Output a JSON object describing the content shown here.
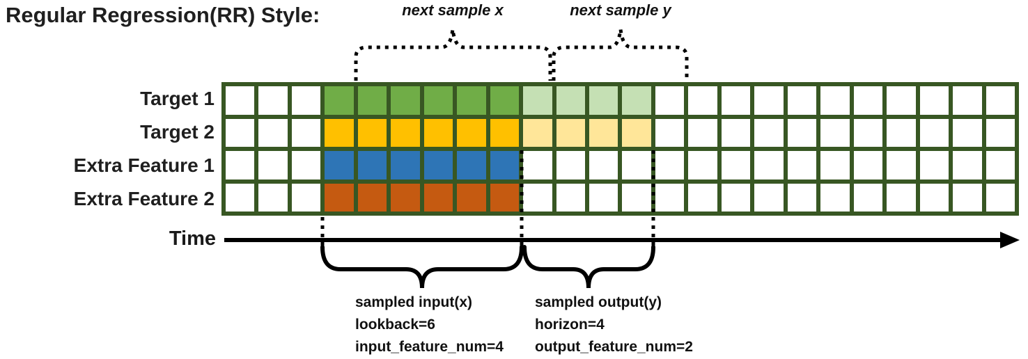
{
  "title": "Regular Regression(RR) Style:",
  "colors": {
    "grid_line": "#385723",
    "white_cell": "#FFFFFF",
    "target1_input": "#70AD47",
    "target1_output": "#C5E0B4",
    "target2_input": "#FFC000",
    "target2_output": "#FFE699",
    "extra_feature1_input": "#2E75B6",
    "extra_feature2_input": "#C55A11",
    "annotation_line": "#000000"
  },
  "grid": {
    "total_columns": 24,
    "lead_in_columns": 3,
    "lookback": 6,
    "horizon": 4,
    "rows": [
      {
        "label": "Target 1",
        "input_color": "#70AD47",
        "output_color": "#C5E0B4"
      },
      {
        "label": "Target 2",
        "input_color": "#FFC000",
        "output_color": "#FFE699"
      },
      {
        "label": "Extra Feature 1",
        "input_color": "#2E75B6",
        "output_color": null
      },
      {
        "label": "Extra Feature 2",
        "input_color": "#C55A11",
        "output_color": null
      }
    ]
  },
  "top_braces": {
    "next_sample_x_label": "next sample x",
    "next_sample_y_label": "next sample y"
  },
  "time_axis": {
    "label": "Time"
  },
  "annotations": {
    "input": {
      "lines": "sampled input(x)\nlookback=6\ninput_feature_num=4"
    },
    "output": {
      "lines": "sampled output(y)\nhorizon=4\noutput_feature_num=2"
    }
  }
}
